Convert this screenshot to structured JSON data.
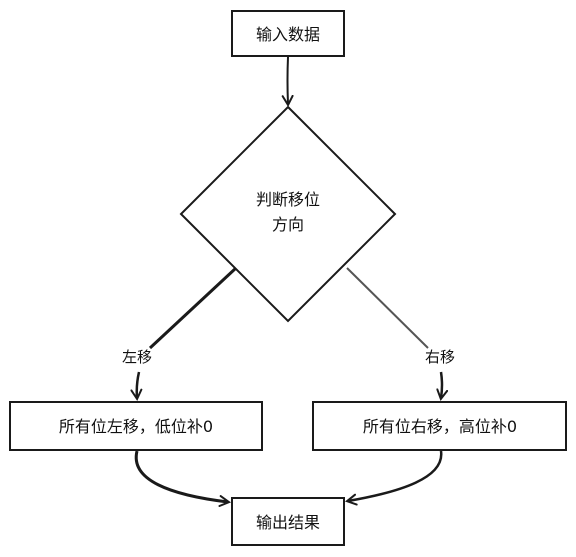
{
  "nodes": {
    "input": "输入数据",
    "decision_line1": "判断移位",
    "decision_line2": "方向",
    "left_box": "所有位左移，低位补0",
    "right_box": "所有位右移，高位补0",
    "output": "输出结果"
  },
  "edges": {
    "left_label": "左移",
    "right_label": "右移"
  },
  "colors": {
    "stroke": "#1a1a1a",
    "text": "#111111",
    "background": "#ffffff"
  }
}
